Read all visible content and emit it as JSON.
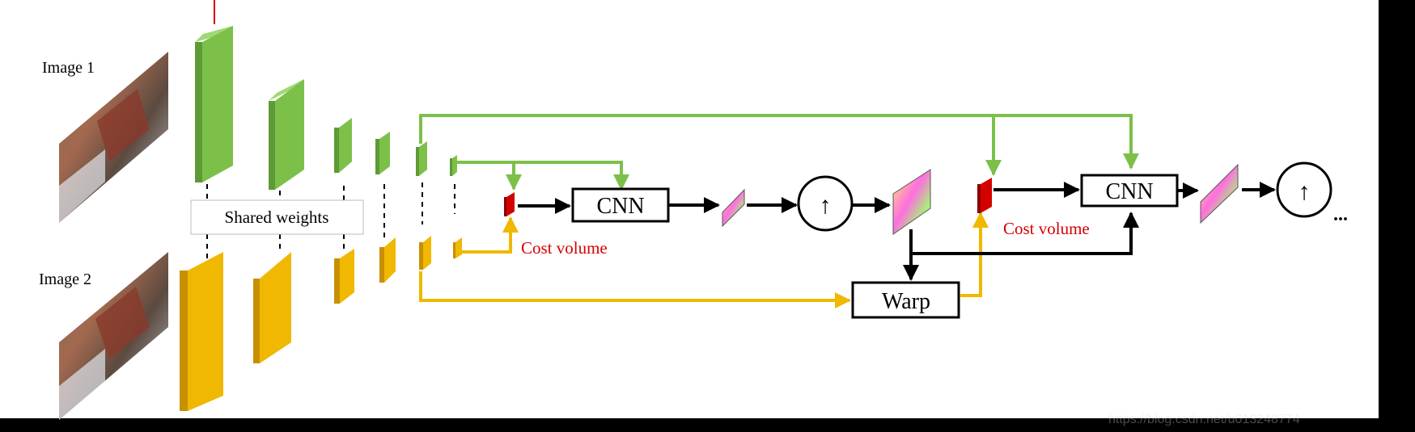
{
  "labels": {
    "image1": "Image 1",
    "image2": "Image 2",
    "shared_weights": "Shared weights",
    "cnn_1": "CNN",
    "cnn_2": "CNN",
    "cost_volume_1": "Cost volume",
    "cost_volume_2": "Cost volume",
    "warp": "Warp",
    "upsample_1": "↑",
    "upsample_2": "↑",
    "ellipsis": "...",
    "watermark": "https://blog.csdn.net/u013248774"
  },
  "colors": {
    "green": "#7cc04a",
    "green_dark": "#5e9a35",
    "green_light": "#9fd874",
    "yellow": "#f0b800",
    "yellow_dark": "#c89000",
    "yellow_light": "#ffd54a",
    "red": "#d40000",
    "black": "#000000",
    "background": "#ffffff",
    "footer": "#000000"
  }
}
